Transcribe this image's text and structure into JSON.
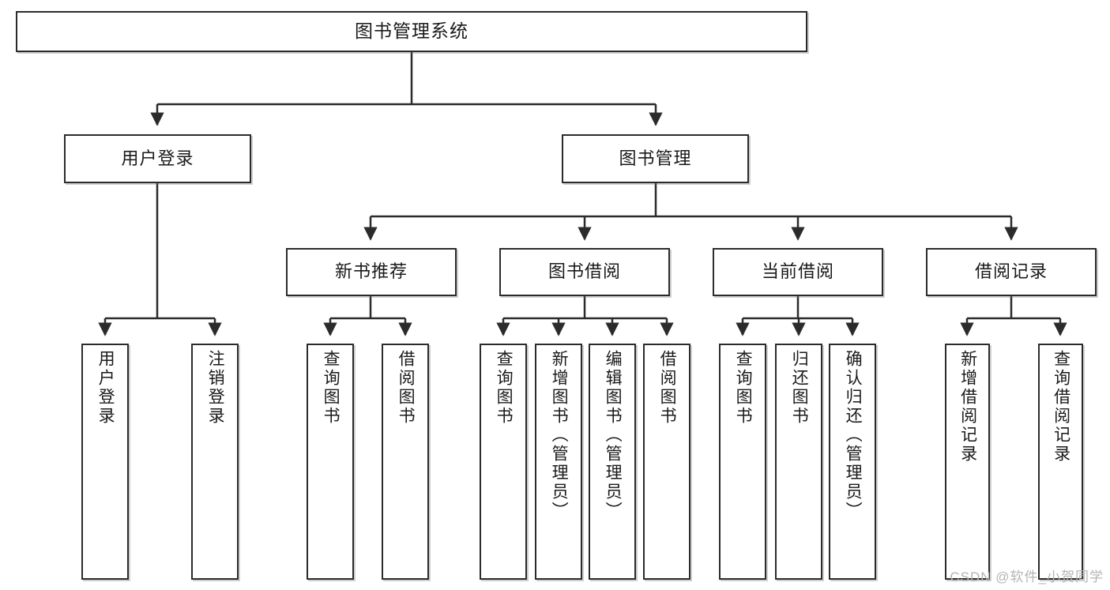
{
  "diagram": {
    "title": "图书管理系统",
    "type": "tree",
    "colors": {
      "box_border": "#2b2b2b",
      "box_fill": "#ffffff",
      "edge": "#2b2b2b",
      "watermark": "#b4b4b4"
    },
    "root": {
      "label": "图书管理系统"
    },
    "level1": [
      {
        "label": "用户登录"
      },
      {
        "label": "图书管理"
      }
    ],
    "level2": [
      {
        "label": "新书推荐"
      },
      {
        "label": "图书借阅"
      },
      {
        "label": "当前借阅"
      },
      {
        "label": "借阅记录"
      }
    ],
    "leaves": {
      "user_login": [
        {
          "label": "用户登录"
        },
        {
          "label": "注销登录"
        }
      ],
      "new_book_recommend": [
        {
          "label": "查询图书"
        },
        {
          "label": "借阅图书"
        }
      ],
      "book_borrow": [
        {
          "label": "查询图书"
        },
        {
          "label": "新增图书（管理员）"
        },
        {
          "label": "编辑图书（管理员）"
        },
        {
          "label": "借阅图书"
        }
      ],
      "current_borrow": [
        {
          "label": "查询图书"
        },
        {
          "label": "归还图书"
        },
        {
          "label": "确认归还（管理员）"
        }
      ],
      "borrow_records": [
        {
          "label": "新增借阅记录"
        },
        {
          "label": "查询借阅记录"
        }
      ]
    }
  },
  "watermark": {
    "text": "CSDN @软件_小贺同学"
  }
}
